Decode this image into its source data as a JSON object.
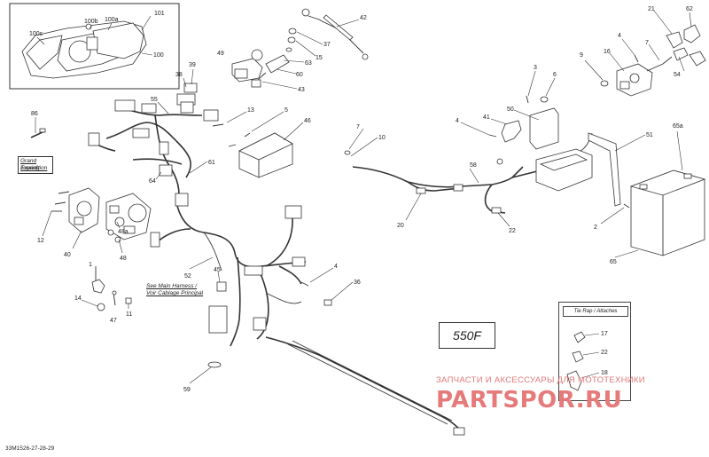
{
  "diagram": {
    "code": "33M1526-27-28-29",
    "model": "550F",
    "notes": {
      "grand_touring_1": "Grand Touring",
      "grand_touring_2": "Expedition",
      "main_harness_1": "See Main Harness /",
      "main_harness_2": "Voir Cablage Principal"
    },
    "tie_rap_title": "Tie Rap / Attaches",
    "watermark_line": "ЗАПЧАСТИ И АКСЕССУАРЫ ДЛЯ МОТОТЕХНИКИ",
    "watermark_logo": "PARTSPOR.RU",
    "callouts": {
      "c100": "100",
      "c100a": "100a",
      "c100b": "100b",
      "c100c": "100c",
      "c101": "101",
      "c86": "86",
      "c38": "38",
      "c39": "39",
      "c49": "49",
      "c55": "55",
      "c42": "42",
      "c37": "37",
      "c15": "15",
      "c63": "63",
      "c60": "60",
      "c43": "43",
      "c13": "13",
      "c5": "5",
      "c46": "46",
      "c61": "61",
      "c64": "64",
      "c12": "12",
      "c40": "40",
      "c48a": "48a",
      "c48": "48",
      "c52": "52",
      "c45": "45",
      "c1": "1",
      "c14": "14",
      "c47": "47",
      "c11": "11",
      "c4a": "4",
      "c36": "36",
      "c59": "59",
      "c7": "7",
      "c10": "10",
      "c20": "20",
      "c58": "58",
      "c22a": "22",
      "c4b": "4",
      "c41": "41",
      "c50": "50",
      "c3": "3",
      "c6": "6",
      "c9": "9",
      "c16": "16",
      "c4c": "4",
      "c7b": "7",
      "c21": "21",
      "c62": "62",
      "c54": "54",
      "c51": "51",
      "c65a": "65a",
      "c2": "2",
      "c65": "65",
      "c17": "17",
      "c22b": "22",
      "c18": "18"
    }
  }
}
